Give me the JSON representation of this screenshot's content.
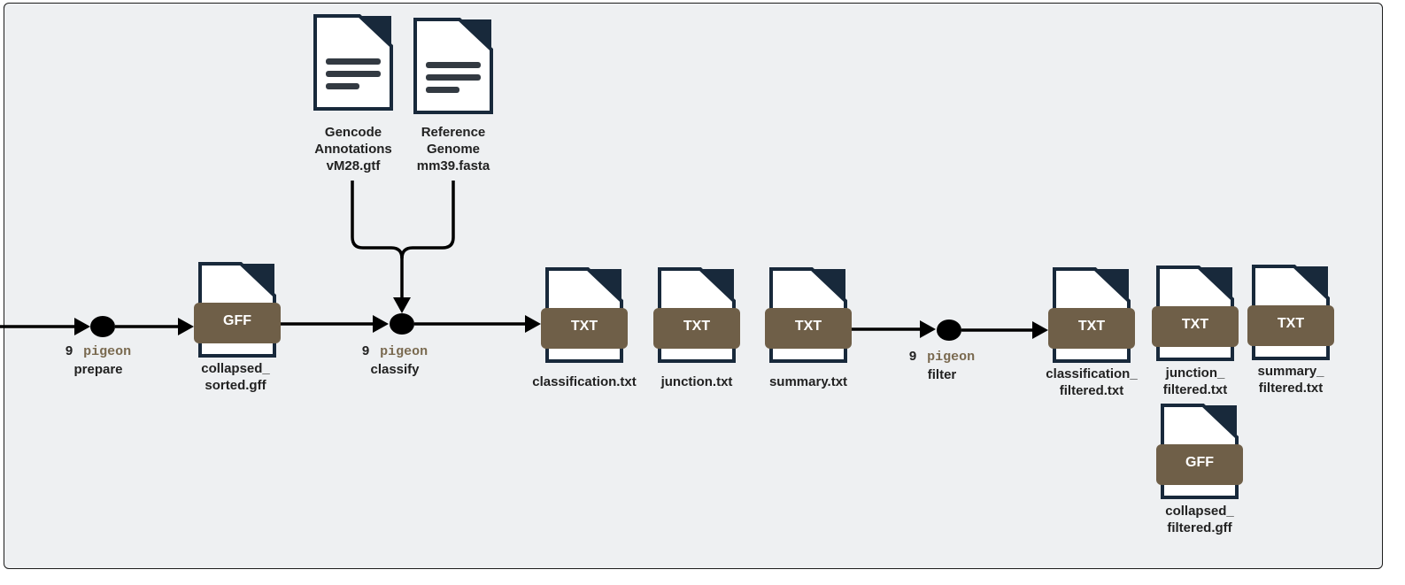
{
  "diagram": {
    "colors": {
      "background": "#eef0f2",
      "ink": "#000000",
      "file_outline": "#18293b",
      "badge": "#6f5f48",
      "badge_text": "#ffffff",
      "tool_text": "#7a6a50"
    },
    "inputs": [
      {
        "line1": "Gencode",
        "line2": "Annotations",
        "line3": "vM28.gtf",
        "icon": "document-icon"
      },
      {
        "line1": "Reference",
        "line2": "Genome",
        "line3": "mm39.fasta",
        "icon": "document-icon"
      }
    ],
    "steps": [
      {
        "number": "9",
        "tool": "pigeon",
        "name": "prepare"
      },
      {
        "number": "9",
        "tool": "pigeon",
        "name": "classify"
      },
      {
        "number": "9",
        "tool": "pigeon",
        "name": "filter"
      }
    ],
    "files": {
      "collapsed_sorted": {
        "type": "GFF",
        "line1": "collapsed_",
        "line2": "sorted.gff"
      },
      "classification": {
        "type": "TXT",
        "line1": "classification.txt"
      },
      "junction": {
        "type": "TXT",
        "line1": "junction.txt"
      },
      "summary": {
        "type": "TXT",
        "line1": "summary.txt"
      },
      "classification_filtered": {
        "type": "TXT",
        "line1": "classification_",
        "line2": "filtered.txt"
      },
      "junction_filtered": {
        "type": "TXT",
        "line1": "junction_",
        "line2": "filtered.txt"
      },
      "summary_filtered": {
        "type": "TXT",
        "line1": "summary_",
        "line2": "filtered.txt"
      },
      "collapsed_filtered": {
        "type": "GFF",
        "line1": "collapsed_",
        "line2": "filtered.gff"
      }
    }
  }
}
